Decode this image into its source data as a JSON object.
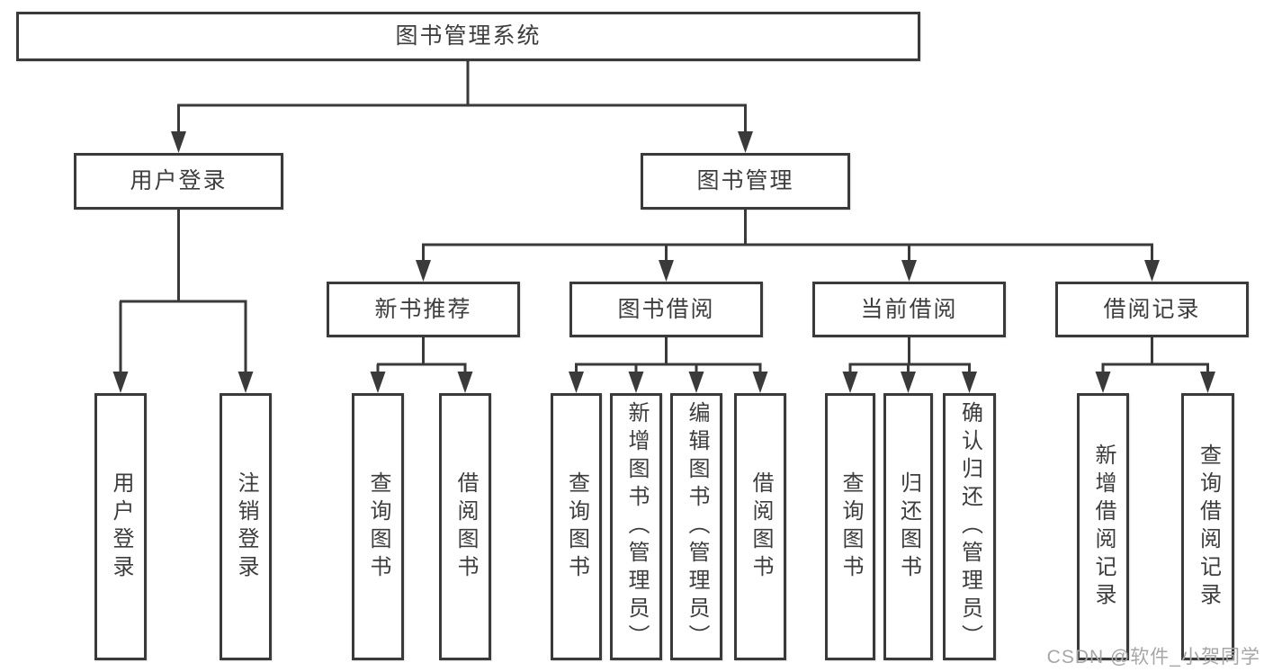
{
  "tree": {
    "root": "图书管理系统",
    "children": [
      {
        "label": "用户登录",
        "children": [
          "用户登录",
          "注销登录"
        ]
      },
      {
        "label": "图书管理",
        "children": [
          {
            "label": "新书推荐",
            "children": [
              "查询图书",
              "借阅图书"
            ]
          },
          {
            "label": "图书借阅",
            "children": [
              "查询图书",
              "新增图书（管理员）",
              "编辑图书（管理员）",
              "借阅图书"
            ]
          },
          {
            "label": "当前借阅",
            "children": [
              "查询图书",
              "归还图书",
              "确认归还（管理员）"
            ]
          },
          {
            "label": "借阅记录",
            "children": [
              "新增借阅记录",
              "查询借阅记录"
            ]
          }
        ]
      }
    ]
  },
  "watermark": "CSDN @软件_小贺同学",
  "colors": {
    "line": "#3a3a3a",
    "text": "#3d3d3d",
    "watermark": "#a6a6a6",
    "background": "#ffffff"
  }
}
